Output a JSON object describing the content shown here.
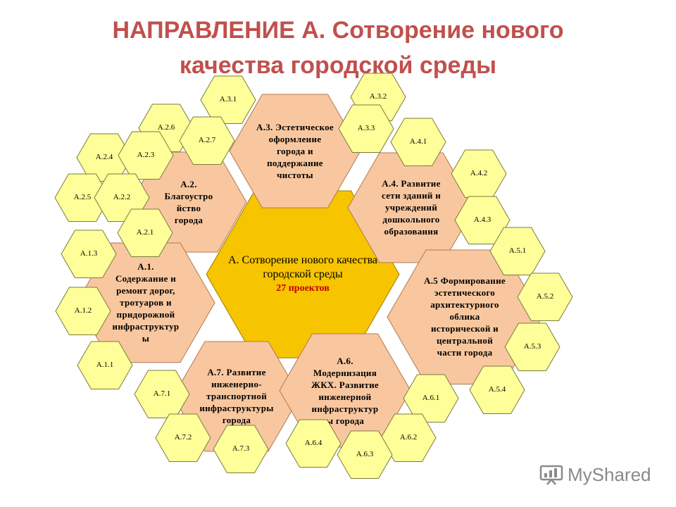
{
  "title": {
    "line1": "НАПРАВЛЕНИЕ А. Сотворение нового",
    "line2": "качества городской среды"
  },
  "colors": {
    "title": "#c0504d",
    "big_hex_fill": "#f9c79f",
    "center_hex_fill": "#f7c400",
    "small_hex_fill": "#ffff99",
    "count_text": "#c00000"
  },
  "center": {
    "label": "А. Сотворение нового качества городской среды",
    "count": "27 проектов"
  },
  "directions": [
    {
      "id": "a3",
      "label": "А.3. Эстетическое\nоформление\nгорода и\nподдержание\nчистоты"
    },
    {
      "id": "a2",
      "label": "А.2.\nБлагоустро\nйство\nгорода"
    },
    {
      "id": "a4",
      "label": "А.4. Развитие\nсети зданий и\nучреждений\nдошкольного\nобразования"
    },
    {
      "id": "a1",
      "label": "А.1.\nСодержание и\nремонт дорог,\nтротуаров и\nпридорожной\nинфраструктур\nы"
    },
    {
      "id": "a5",
      "label": "А.5 Формирование\nэстетического\nархитектурного\nоблика\nисторической и\nцентральной\nчасти города"
    },
    {
      "id": "a7",
      "label": "А.7. Развитие\nинженерно-\nтранспортной\nинфраструктуры\nгорода"
    },
    {
      "id": "a6",
      "label": "А.6.\nМодернизация\nЖКХ. Развитие\nинженерной\nинфраструктур\nы города"
    }
  ],
  "projects": [
    {
      "id": "a31",
      "label": "А.3.1"
    },
    {
      "id": "a32",
      "label": "А.3.2"
    },
    {
      "id": "a33",
      "label": "А.3.3"
    },
    {
      "id": "a26",
      "label": "А.2.6"
    },
    {
      "id": "a27",
      "label": "А.2.7"
    },
    {
      "id": "a24",
      "label": "А.2.4"
    },
    {
      "id": "a23",
      "label": "А.2.3"
    },
    {
      "id": "a25",
      "label": "А.2.5"
    },
    {
      "id": "a22",
      "label": "А.2.2"
    },
    {
      "id": "a21",
      "label": "А.2.1"
    },
    {
      "id": "a41",
      "label": "А.4.1"
    },
    {
      "id": "a42",
      "label": "А.4.2"
    },
    {
      "id": "a43",
      "label": "А.4.3"
    },
    {
      "id": "a51",
      "label": "А.5.1"
    },
    {
      "id": "a52",
      "label": "А.5.2"
    },
    {
      "id": "a53",
      "label": "А.5.3"
    },
    {
      "id": "a54",
      "label": "А.5.4"
    },
    {
      "id": "a13",
      "label": "А.1.3"
    },
    {
      "id": "a12",
      "label": "А.1.2"
    },
    {
      "id": "a11",
      "label": "А.1.1"
    },
    {
      "id": "a71",
      "label": "А.7.1"
    },
    {
      "id": "a72",
      "label": "А.7.2"
    },
    {
      "id": "a73",
      "label": "А.7.3"
    },
    {
      "id": "a61",
      "label": "А.6.1"
    },
    {
      "id": "a62",
      "label": "А.6.2"
    },
    {
      "id": "a63",
      "label": "А.6.3"
    },
    {
      "id": "a64",
      "label": "А.6.4"
    }
  ],
  "logo": {
    "text": "MyShared",
    "icon": "presentation-board-icon"
  }
}
